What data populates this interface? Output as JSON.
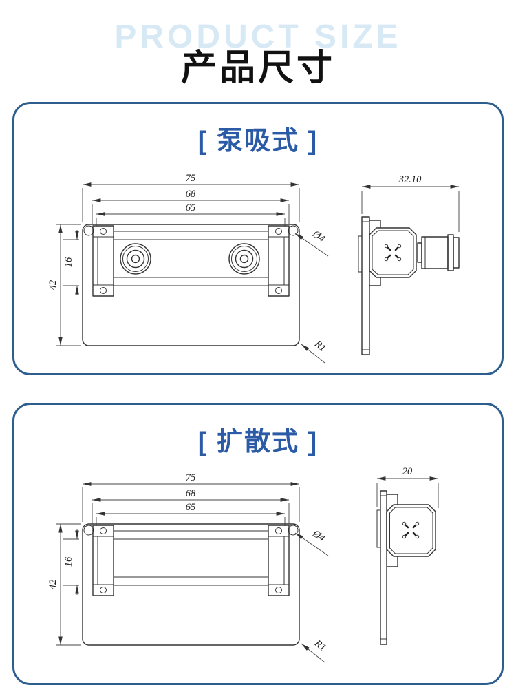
{
  "header": {
    "watermark": "PRODUCT SIZE",
    "title": "产品尺寸"
  },
  "colors": {
    "watermark_blue": "#d8e9f6",
    "panel_border_blue": "#2e5e8e",
    "panel_title_blue": "#2b5ba6",
    "drawing_line": "#333333",
    "background": "#ffffff"
  },
  "panels": [
    {
      "title": "[ 泵吸式 ]",
      "front": {
        "dim_75": "75",
        "dim_68": "68",
        "dim_65": "65",
        "dim_42": "42",
        "dim_16": "16",
        "dim_hole": "Ø4",
        "dim_radius": "R1"
      },
      "side": {
        "dim_depth": "32.10"
      }
    },
    {
      "title": "[ 扩散式 ]",
      "front": {
        "dim_75": "75",
        "dim_68": "68",
        "dim_65": "65",
        "dim_42": "42",
        "dim_16": "16",
        "dim_hole": "Ø4",
        "dim_radius": "R1"
      },
      "side": {
        "dim_depth": "20"
      }
    }
  ]
}
